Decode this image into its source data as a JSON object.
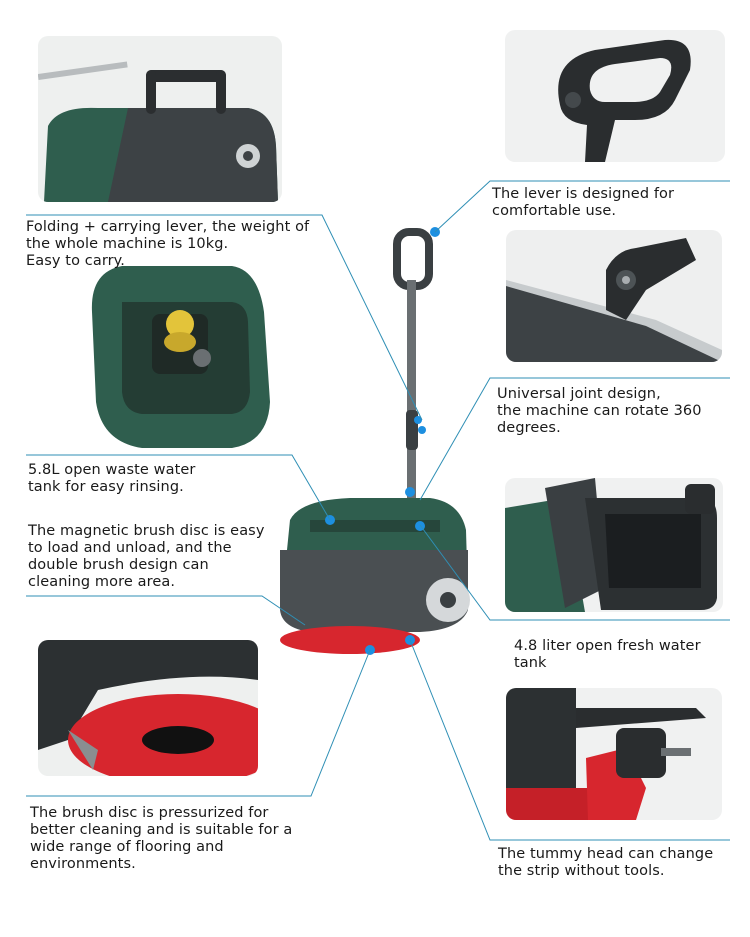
{
  "colors": {
    "leader_line": "#2f8fb5",
    "accent_dot": "#1d8fe0",
    "machine_green": "#2f5e4e",
    "machine_grey": "#4a4f52",
    "pad_red": "#d7262e"
  },
  "captions": {
    "lever_design": "The lever is designed for\ncomfortable use.",
    "carrying_lever": "Folding + carrying lever, the weight of\nthe whole machine is 10kg.\nEasy to carry.",
    "universal_joint": "Universal joint design,\nthe machine can rotate 360\n                degrees.",
    "waste_tank": "5.8L open waste water\ntank for easy rinsing.",
    "magnetic_brush": "The magnetic brush disc is easy\nto load and unload, and the\ndouble brush design can\ncleaning more area.",
    "fresh_tank": "4.8 liter open fresh water\ntank",
    "pressurized_disc": "The brush disc is pressurized for\nbetter cleaning and is suitable for a\nwide range of flooring and\nenvironments.",
    "tummy_head": "The tummy head can change\nthe strip without tools."
  },
  "images": [
    {
      "name": "carry-handle-photo",
      "icon": "machine-handle-icon"
    },
    {
      "name": "lever-handle-photo",
      "icon": "lever-grip-icon"
    },
    {
      "name": "waste-tank-photo",
      "icon": "waste-tank-icon"
    },
    {
      "name": "universal-joint-photo",
      "icon": "joint-icon"
    },
    {
      "name": "fresh-tank-photo",
      "icon": "fresh-tank-icon"
    },
    {
      "name": "brush-disc-photo",
      "icon": "brush-disc-icon"
    },
    {
      "name": "tummy-head-photo",
      "icon": "tummy-head-icon"
    },
    {
      "name": "machine-main-photo",
      "icon": "floor-scrubber-icon"
    }
  ]
}
